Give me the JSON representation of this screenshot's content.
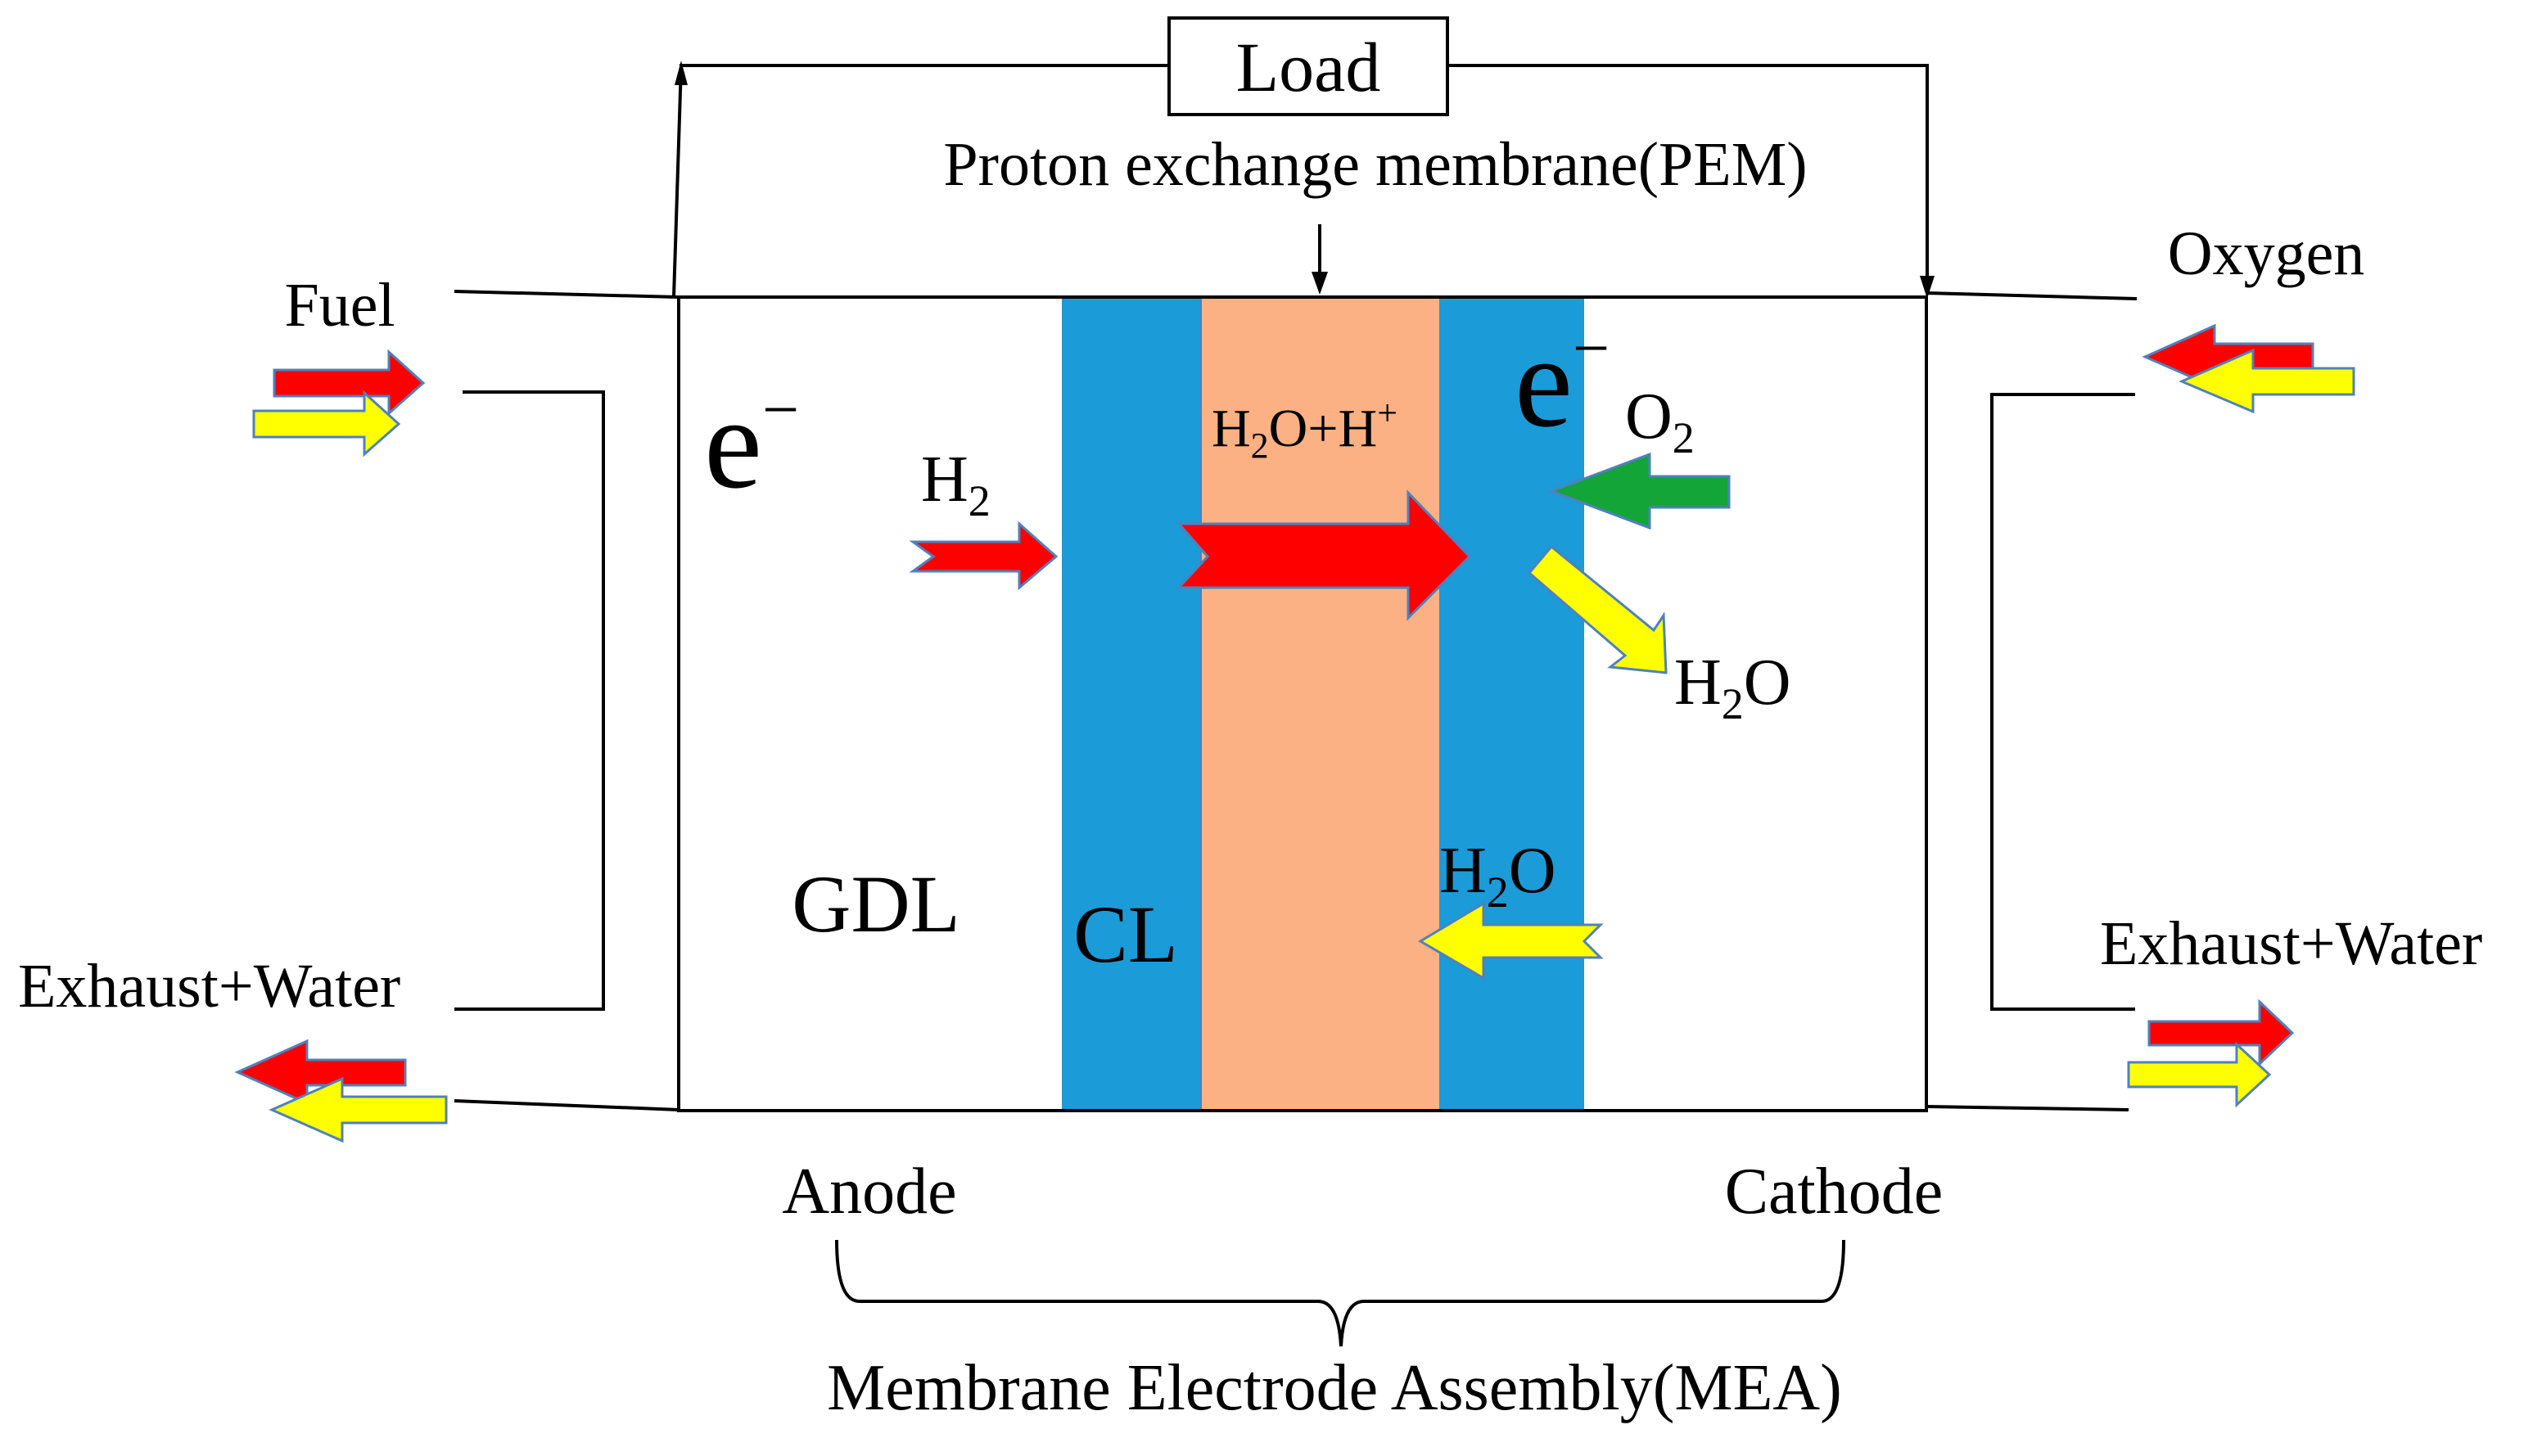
{
  "colors": {
    "hydrogen_arrow": "#ff0000",
    "water_arrow": "#ffff00",
    "oxygen_arrow": "#13a538",
    "arrow_outline": "#4f81bd",
    "catalyst_layer": "#1b9bd8",
    "membrane": "#fbb183",
    "line": "#000000"
  },
  "labels": {
    "load": "Load",
    "pem": "Proton exchange membrane(PEM)",
    "fuel": "Fuel",
    "oxygen": "Oxygen",
    "exhaust_left": "Exhaust+Water",
    "exhaust_right": "Exhaust+Water",
    "electron_left": {
      "base": "e",
      "sup": "−"
    },
    "electron_right": {
      "base": "e",
      "sup": "−"
    },
    "h2": {
      "base": "H",
      "sub": "2"
    },
    "o2": {
      "base": "O",
      "sub": "2"
    },
    "proton_transport": {
      "a": "H",
      "a_sub": "2",
      "b": "O+H",
      "b_sup": "+"
    },
    "water_product": {
      "a": "H",
      "a_sub": "2",
      "b": "O"
    },
    "water_back": {
      "a": "H",
      "a_sub": "2",
      "b": "O"
    },
    "gdl": "GDL",
    "cl": "CL",
    "anode": "Anode",
    "cathode": "Cathode",
    "mea": "Membrane Electrode Assembly(MEA)"
  },
  "icons": [
    "hydrogen-flow-arrow-icon",
    "water-flow-arrow-icon",
    "oxygen-flow-arrow-icon",
    "proton-flow-arrow-icon"
  ]
}
